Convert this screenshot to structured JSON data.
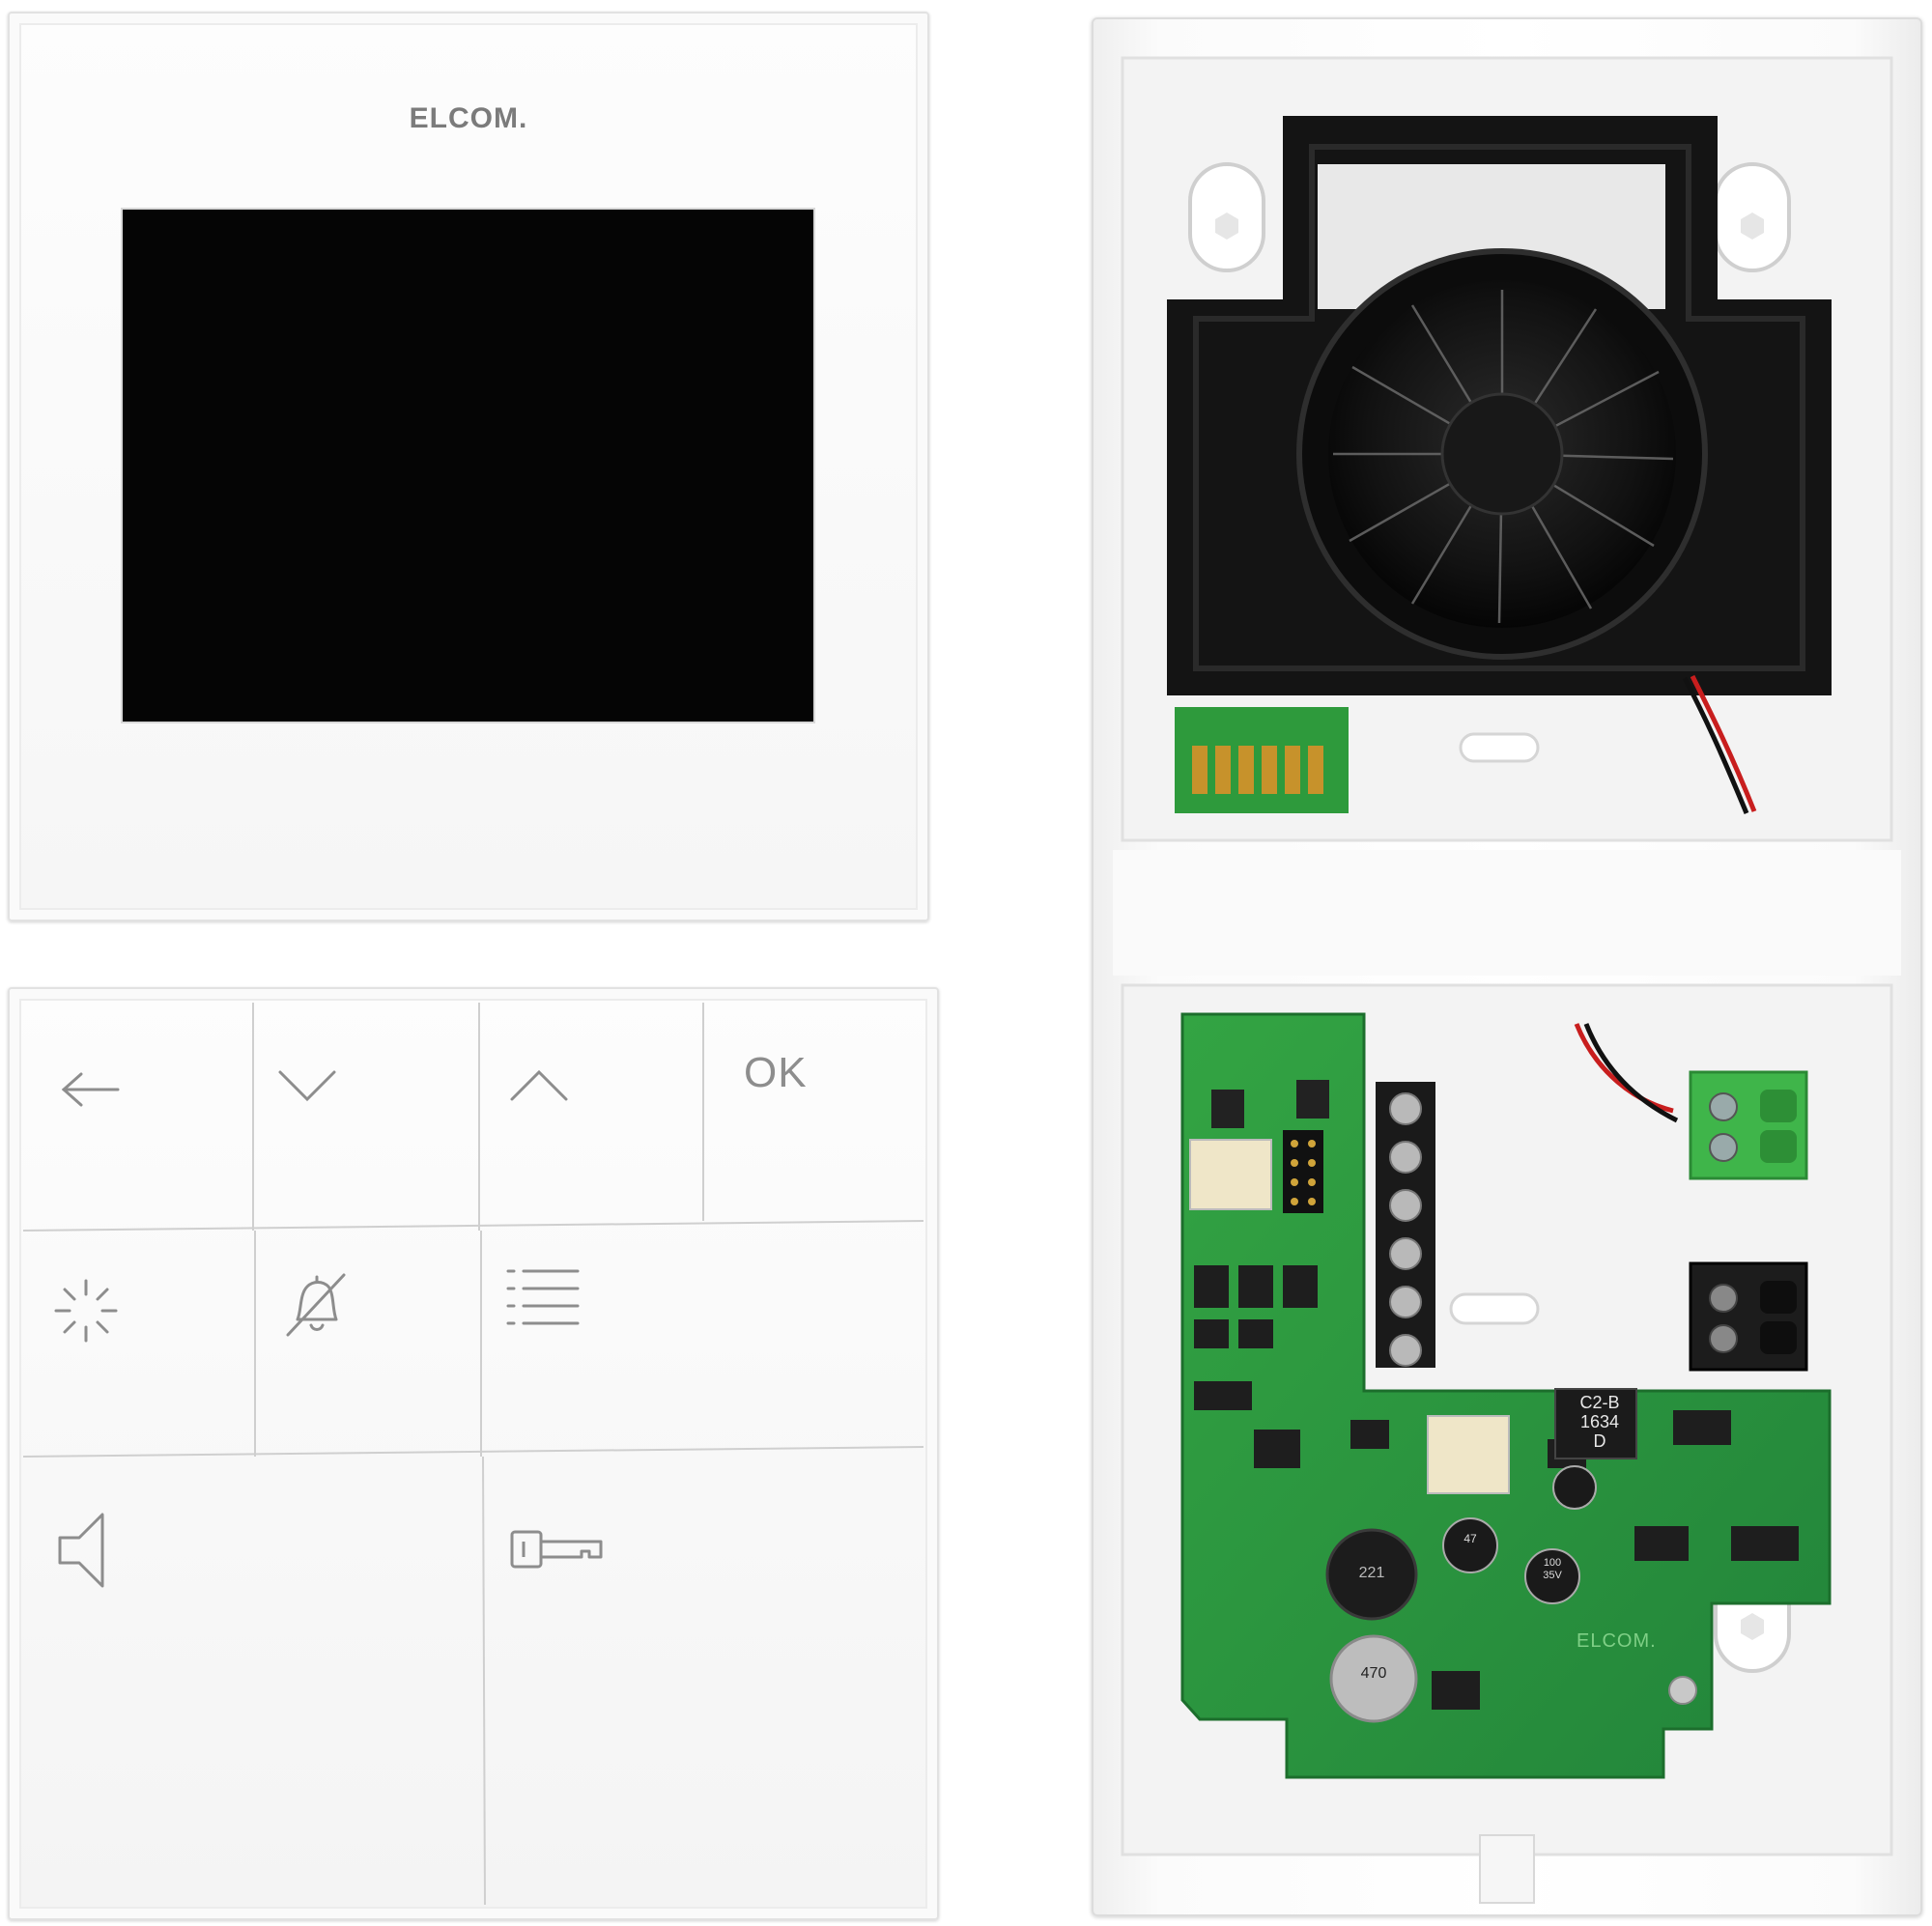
{
  "monitor": {
    "brand": "ELCOM."
  },
  "keypad": {
    "keys": [
      {
        "name": "back-key",
        "icon": "arrow-left-icon",
        "label": ""
      },
      {
        "name": "down-key",
        "icon": "chevron-down-icon",
        "label": ""
      },
      {
        "name": "up-key",
        "icon": "chevron-up-icon",
        "label": ""
      },
      {
        "name": "ok-key",
        "icon": "",
        "label": "OK"
      },
      {
        "name": "light-key",
        "icon": "light-burst-icon",
        "label": ""
      },
      {
        "name": "mute-bell-key",
        "icon": "bell-off-icon",
        "label": ""
      },
      {
        "name": "menu-key",
        "icon": "list-icon",
        "label": ""
      },
      {
        "name": "speak-key",
        "icon": "speaker-icon",
        "label": ""
      },
      {
        "name": "door-open-key",
        "icon": "key-icon",
        "label": ""
      }
    ]
  },
  "housing": {
    "chip_marking_1": "C2-B",
    "chip_marking_2": "1634",
    "chip_marking_3": "D",
    "inductor_marking": "221",
    "cap_marking_1": "470",
    "cap_marking_2": "100",
    "cap_marking_3": "35V",
    "cap_marking_4": "47",
    "pcb_brand": "ELCOM."
  },
  "colors": {
    "panel_white": "#fbfbfb",
    "screen_black": "#050505",
    "icon_gray": "#8d8d8d",
    "pcb_green": "#2e9a3c",
    "terminal_green": "#3fb54a",
    "terminal_black": "#1c1c1c",
    "speaker_black": "#141414"
  }
}
